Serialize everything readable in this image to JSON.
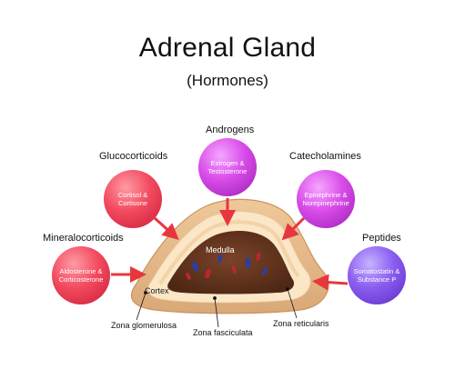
{
  "title": "Adrenal Gland",
  "subtitle": "(Hormones)",
  "categories": {
    "androgens": "Androgens",
    "glucocorticoids": "Glucocorticoids",
    "catecholamines": "Catecholamines",
    "mineralocorticoids": "Mineralocorticoids",
    "peptides": "Peptides"
  },
  "hormones": {
    "androgens": "Estrogen & Testosterone",
    "glucocorticoids": "Cortisol & Cortisone",
    "catecholamines": "Epinephrine & Norepinephrine",
    "mineralocorticoids": "Aldosterone & Corticosterone",
    "peptides": "Somatostatin & Substance P"
  },
  "regions": {
    "medulla": "Medulla",
    "cortex": "Cortex"
  },
  "zones": {
    "glomerulosa": "Zona glomerulosa",
    "fasciculata": "Zona fasciculata",
    "reticularis": "Zona reticularis"
  },
  "colors": {
    "arrow": "#e8363f",
    "capsule": "#e3b98a",
    "cortex": "#fbe6c6",
    "medulla": "#6b3a22"
  }
}
